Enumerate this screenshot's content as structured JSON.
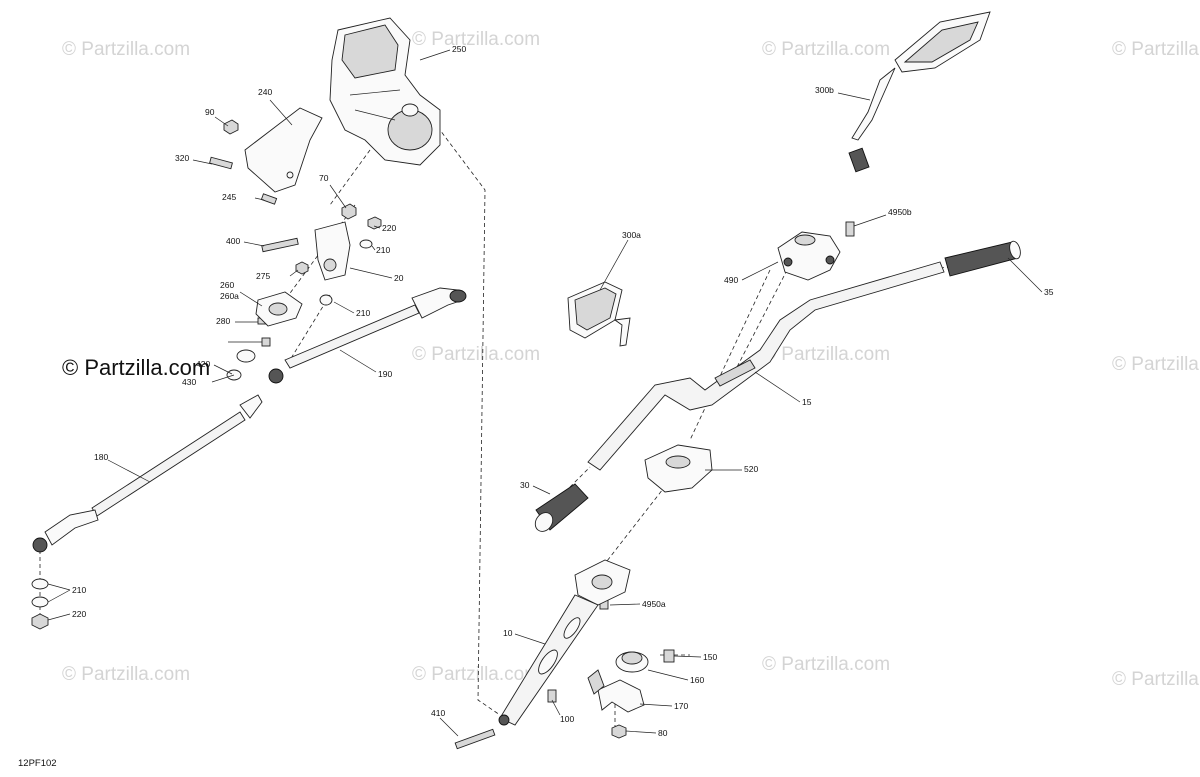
{
  "watermark": "© Partzilla.com",
  "diagram_code": "12PF102",
  "callouts": {
    "c250": "250",
    "c240": "240",
    "c90": "90",
    "c320": "320",
    "c245": "245",
    "c70": "70",
    "c220a": "220",
    "c400": "400",
    "c210a": "210",
    "c275": "275",
    "c20": "20",
    "c260": "260",
    "c260a": "260a",
    "c210b": "210",
    "c280": "280",
    "c420": "420",
    "c430": "430",
    "c190": "190",
    "c180": "180",
    "c210c": "210",
    "c220b": "220",
    "c300b": "300b",
    "c300a": "300a",
    "c4950b": "4950b",
    "c490": "490",
    "c35": "35",
    "c15": "15",
    "c520": "520",
    "c30": "30",
    "c4950a": "4950a",
    "c10": "10",
    "c150": "150",
    "c160": "160",
    "c170": "170",
    "c100": "100",
    "c80": "80",
    "c410": "410"
  }
}
